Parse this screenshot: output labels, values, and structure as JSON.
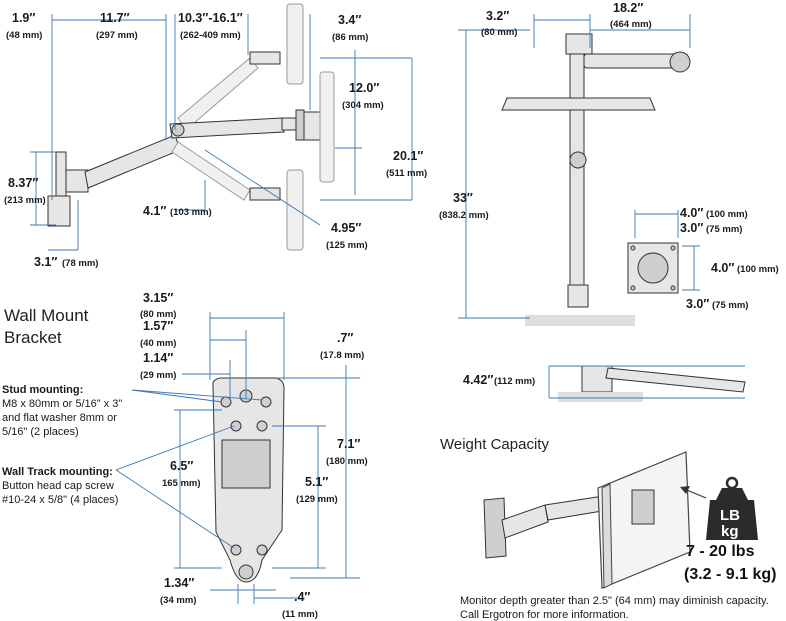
{
  "side_view": {
    "dims": {
      "d1": "1.9″",
      "d1m": "(48 mm)",
      "d2": "11.7″",
      "d2m": "(297 mm)",
      "d3": "10.3″-16.1″",
      "d3m": "(262-409 mm)",
      "d4": "3.4″",
      "d4m": "(86 mm)",
      "d5": "12.0″",
      "d5m": "(304 mm)",
      "d6": "20.1″",
      "d6m": "(511 mm)",
      "d7": "8.37″",
      "d7m": "(213 mm)",
      "d8": "4.1″",
      "d8m": "(103 mm)",
      "d9": "4.95″",
      "d9m": "(125 mm)",
      "d10": "3.1″",
      "d10m": "(78 mm)"
    }
  },
  "top_view": {
    "dims": {
      "t1": "3.2″",
      "t1m": "(80 mm)",
      "t2": "18.2″",
      "t2m": "(464 mm)",
      "t3": "33″",
      "t3m": "(838.2 mm)",
      "t4": "4.42″",
      "t4m": "(112 mm)"
    },
    "vesa": {
      "a": "4.0″",
      "am": "(100 mm)",
      "b": "3.0″",
      "bm": "(75 mm)",
      "c": "4.0″",
      "cm": "(100 mm)",
      "d": "3.0″",
      "dm": "(75 mm)"
    }
  },
  "bracket": {
    "title_line1": "Wall Mount",
    "title_line2": "Bracket",
    "dims": {
      "b1": "3.15″",
      "b1m": "(80 mm)",
      "b2": "1.57″",
      "b2m": "(40 mm)",
      "b3": "1.14″",
      "b3m": "(29 mm)",
      "b4": ".7″",
      "b4m": "(17.8 mm)",
      "b5": "6.5″",
      "b5m": "165 mm)",
      "b6": "7.1″",
      "b6m": "(180 mm)",
      "b7": "5.1″",
      "b7m": "(129 mm)",
      "b8": "1.34″",
      "b8m": "(34 mm)",
      "b9": ".4″",
      "b9m": "(11 mm)"
    },
    "stud_note": [
      "Stud mounting:",
      "M8 x 80mm or 5/16\" x 3\"",
      "and flat washer 8mm or",
      "5/16\" (2 places)"
    ],
    "track_note": [
      "Wall Track mounting:",
      "Button head cap screw",
      "#10-24 x 5/8\" (4 places)"
    ]
  },
  "weight": {
    "title": "Weight Capacity",
    "badge_top": "LB",
    "badge_bottom": "kg",
    "range_lbs": "7 - 20 lbs",
    "range_kg": "(3.2 - 9.1 kg)",
    "footnote_line1": "Monitor depth greater than 2.5\" (64 mm) may diminish capacity.",
    "footnote_line2": "Call Ergotron for more information."
  },
  "colors": {
    "dimension_line": "#3a78b8",
    "outline": "#333333",
    "part_fill": "#e6e6e6",
    "weight_badge": "#2b2b2b"
  }
}
